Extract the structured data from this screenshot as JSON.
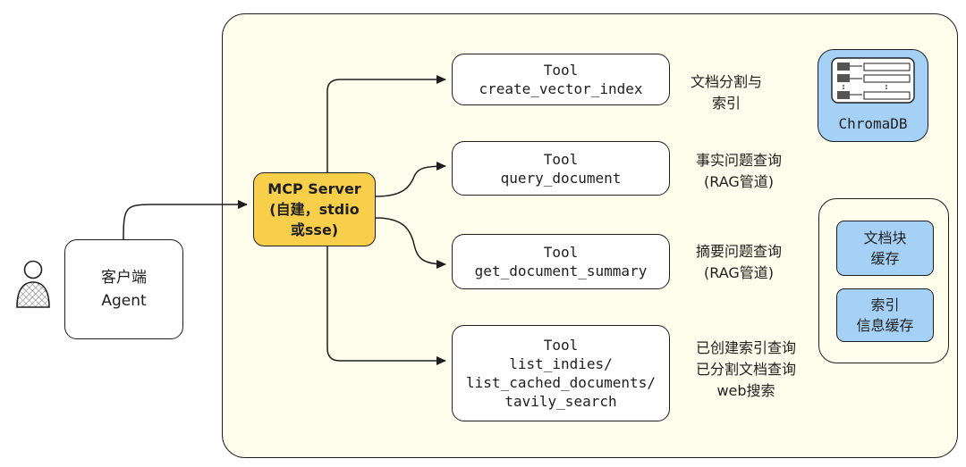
{
  "client": {
    "line1": "客户端",
    "line2": "Agent"
  },
  "mcp_server": {
    "line1": "MCP Server",
    "line2": "(自建，stdio",
    "line3": "或sse)"
  },
  "tools": [
    {
      "label": "Tool",
      "name_lines": [
        "create_vector_index"
      ],
      "note_lines": [
        "文档分割与",
        "索引"
      ]
    },
    {
      "label": "Tool",
      "name_lines": [
        "query_document"
      ],
      "note_lines": [
        "事实问题查询",
        "(RAG管道)"
      ]
    },
    {
      "label": "Tool",
      "name_lines": [
        "get_document_summary"
      ],
      "note_lines": [
        "摘要问题查询",
        "(RAG管道)"
      ]
    },
    {
      "label": "Tool",
      "name_lines": [
        "list_indies/",
        "list_cached_documents/",
        "tavily_search"
      ],
      "note_lines": [
        "已创建索引查询",
        "已分割文档查询",
        "web搜索"
      ]
    }
  ],
  "vector_db": {
    "label": "ChromaDB"
  },
  "caches": [
    {
      "lines": [
        "文档块",
        "缓存"
      ]
    },
    {
      "lines": [
        "索引",
        "信息缓存"
      ]
    }
  ],
  "colors": {
    "panel_fill": "#fffdeb",
    "mcp_fill": "#f7cf4a",
    "db_fill": "#a5d1f7",
    "stroke": "#1e1e1e"
  }
}
